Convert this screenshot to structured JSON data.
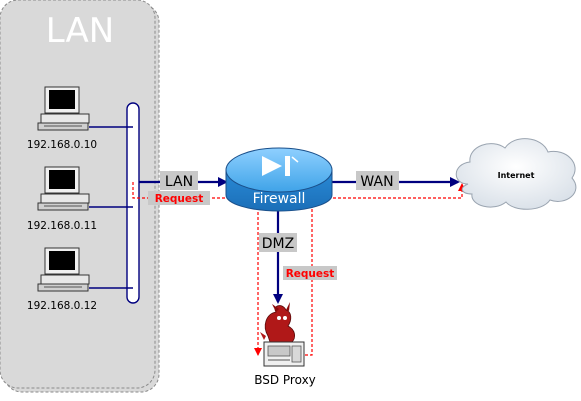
{
  "diagram": {
    "lan_zone_label": "LAN",
    "hosts": [
      {
        "ip": "192.168.0.10"
      },
      {
        "ip": "192.168.0.11"
      },
      {
        "ip": "192.168.0.12"
      }
    ],
    "edges": {
      "lan": "LAN",
      "wan": "WAN",
      "dmz": "DMZ"
    },
    "firewall_label": "Firewall",
    "internet_label": "Internet",
    "proxy_label": "BSD Proxy",
    "request_labels": [
      "Request",
      "Request"
    ],
    "colors": {
      "lan_zone_fill": "#d9d9d9",
      "link_line": "#00007f",
      "request_line": "#ff0000",
      "firewall_fill": "#2f8fd8",
      "edge_label_bg": "#c8c8c8"
    }
  }
}
